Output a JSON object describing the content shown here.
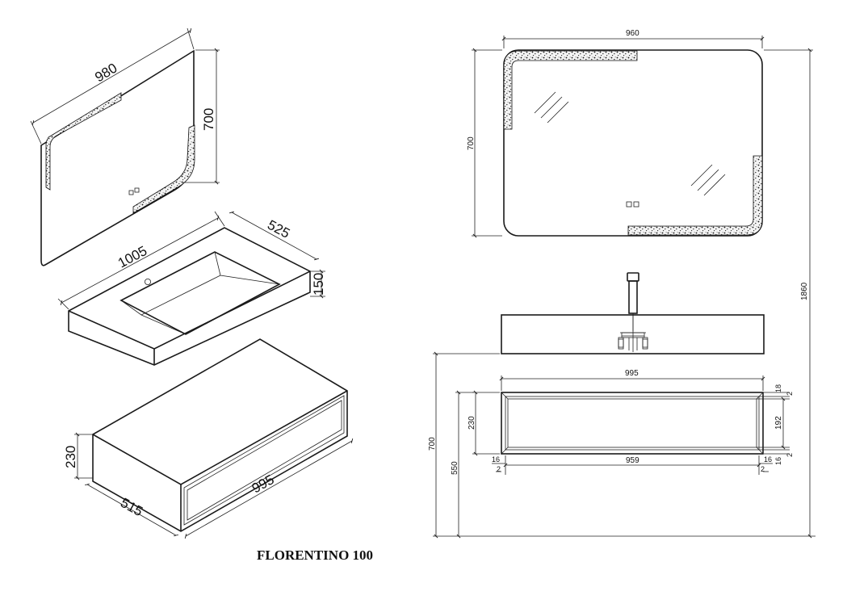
{
  "title": "FLORENTINO 100",
  "iso": {
    "mirror_width": "980",
    "mirror_height": "700",
    "basin_width": "1005",
    "basin_depth": "525",
    "basin_height": "150",
    "cabinet_height": "230",
    "cabinet_width": "995",
    "cabinet_depth": "515"
  },
  "front": {
    "mirror_width": "960",
    "mirror_height": "700",
    "total_height": "1860",
    "cabinet_width": "995",
    "drawer_inner_width": "959",
    "cabinet_height": "230",
    "drawer_height": "192",
    "floor_to_top": "700",
    "floor_to_cabinet": "550",
    "gap_top_a": "18",
    "gap_top_b": "2",
    "gap_side_r1": "16",
    "gap_side_r2": "2",
    "gap_side_l1": "16",
    "gap_side_l2": "2",
    "gap_bottom_r1": "16",
    "gap_bottom_r2": "2"
  }
}
